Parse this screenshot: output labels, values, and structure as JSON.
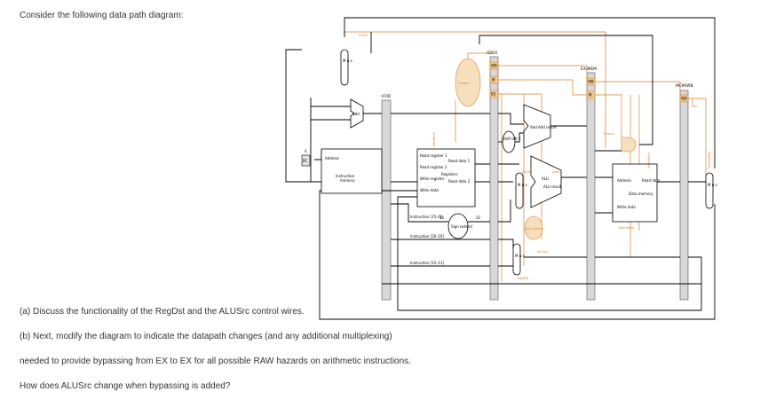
{
  "intro": "Consider the following data path diagram:",
  "questions": [
    "(a) Discuss the functionality of the RegDst and the ALUSrc control wires.",
    "(b) Next, modify the diagram to indicate the datapath changes (and any additional multiplexing)",
    "needed to provide bypassing from EX to EX for all possible RAW hazards on arithmetic instructions.",
    "How does ALUSrc change when bypassing is added?"
  ],
  "diagram": {
    "stage_labels": {
      "if_id": "IF/ID",
      "id_ex": "ID/EX",
      "ex_mem": "EX/MEM",
      "mem_wb": "MEM/WB"
    },
    "pipeline_fields": {
      "wb": "WB",
      "m": "M",
      "ex": "EX"
    },
    "blocks": {
      "pc": "PC",
      "add": "Add",
      "const_4": "4",
      "address": "Address",
      "instruction": "Instruction",
      "instruction_memory": "memory",
      "read_register_1": "Read register 1",
      "read_register_2": "Read register 2",
      "write_register": "Write register",
      "write_data": "Write data",
      "registers": "Registers",
      "read_data_1": "Read data 1",
      "read_data_2": "Read data 2",
      "sign_extend": "Sign extend",
      "bits_16": "16",
      "bits_32": "32",
      "instr_15_0": "Instruction [15–0]",
      "instr_20_16": "Instruction [20–16]",
      "instr_15_11": "Instruction [15–11]",
      "shift_left_2": "Shift left 2",
      "add_result": "Add Add result",
      "alu": "ALU",
      "alu_result": "ALU result",
      "zero": "Zero",
      "alu_control": "ALU control",
      "data_address": "Address",
      "read_data": "Read data",
      "data_memory": "Data memory",
      "data_write_data": "Write data",
      "control": "Control",
      "mux": "M u x"
    },
    "control_signals": {
      "pcsrc": "PCSrc",
      "regwrite": "RegWrite",
      "branch": "Branch",
      "memwrite": "MemWrite",
      "memread": "MemRead",
      "memtoreg": "MemtoReg",
      "alusrc": "ALUSrc",
      "aluop": "ALUOp",
      "regdst": "RegDst"
    },
    "colors": {
      "control": "#d9822b",
      "wire": "#000000",
      "latch": "#d8d8d8"
    }
  }
}
